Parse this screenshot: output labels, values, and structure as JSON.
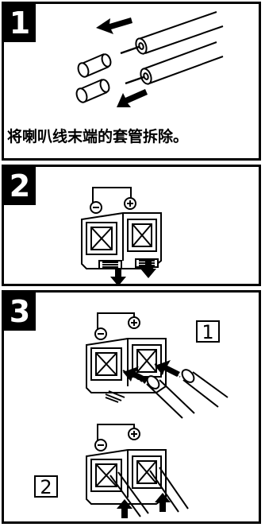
{
  "steps": [
    {
      "number": "1",
      "caption": "将喇叭线末端的套管拆除。"
    },
    {
      "number": "2"
    },
    {
      "number": "3",
      "sub_labels": [
        "1",
        "2"
      ]
    }
  ],
  "terminal_signs": {
    "minus": "−",
    "plus": "+"
  }
}
